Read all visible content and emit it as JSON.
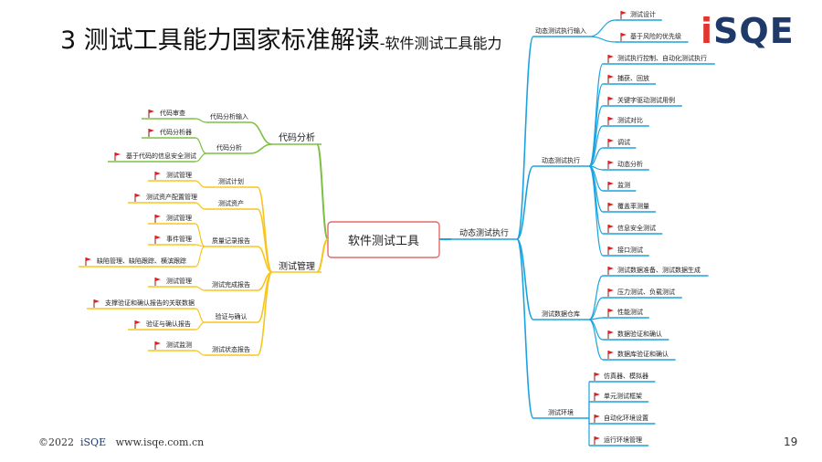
{
  "title": {
    "main": "3 测试工具能力国家标准解读",
    "sub": "-软件测试工具能力"
  },
  "logo": {
    "text": "iSQE"
  },
  "footer": {
    "copyright": "©2022",
    "brand": "iSQE",
    "url": "www.isqe.com.cn"
  },
  "page_number": "19",
  "colors": {
    "green": "#7bc043",
    "yellow": "#f7c51e",
    "blue": "#1aa3e0",
    "center_border": "#e56a6a",
    "flag": "#e02020"
  },
  "center": {
    "label": "软件测试工具"
  },
  "left": {
    "code_analysis": {
      "label": "代码分析",
      "groups": [
        {
          "label": "代码分析输入",
          "leaves": [
            "代码审查"
          ]
        },
        {
          "label": "代码分析",
          "leaves": [
            "代码分析器",
            "基于代码的信息安全测试"
          ]
        }
      ]
    },
    "test_management": {
      "label": "测试管理",
      "groups": [
        {
          "label": "测试计划",
          "leaves": [
            "测试管理"
          ]
        },
        {
          "label": "测试资产",
          "leaves": [
            "测试资产配置管理"
          ]
        },
        {
          "label": "质量记录报告",
          "leaves": [
            "测试管理",
            "事件管理",
            "缺陷管理、缺陷跟踪、横滨跟踪"
          ]
        },
        {
          "label": "测试完成报告",
          "leaves": [
            "测试管理"
          ]
        },
        {
          "label": "验证与确认",
          "leaves": [
            "支撑验证和确认报告的关联数据",
            "验证与确认报告"
          ]
        },
        {
          "label": "测试状态报告",
          "leaves": [
            "测试监测"
          ]
        }
      ]
    }
  },
  "right": {
    "label": "动态测试执行",
    "groups": [
      {
        "label": "动态测试执行输入",
        "leaves": [
          "测试设计",
          "基于风险的优先级"
        ]
      },
      {
        "label": "动态测试执行",
        "leaves": [
          "测试执行控制、自动化测试执行",
          "捕获、回放",
          "关键字驱动测试用例",
          "测试对比",
          "调试",
          "动态分析",
          "监测",
          "覆盖率测量",
          "信息安全测试",
          "接口测试"
        ]
      },
      {
        "label": "测试数据仓库",
        "leaves": [
          "测试数据准备、测试数据生成",
          "压力测试、负载测试",
          "性能测试",
          "数据验证和确认",
          "数据库验证和确认"
        ]
      },
      {
        "label": "测试环境",
        "leaves": [
          "仿真器、模拟器",
          "单元测试框架",
          "自动化环境设置",
          "运行环境管理"
        ]
      }
    ]
  }
}
